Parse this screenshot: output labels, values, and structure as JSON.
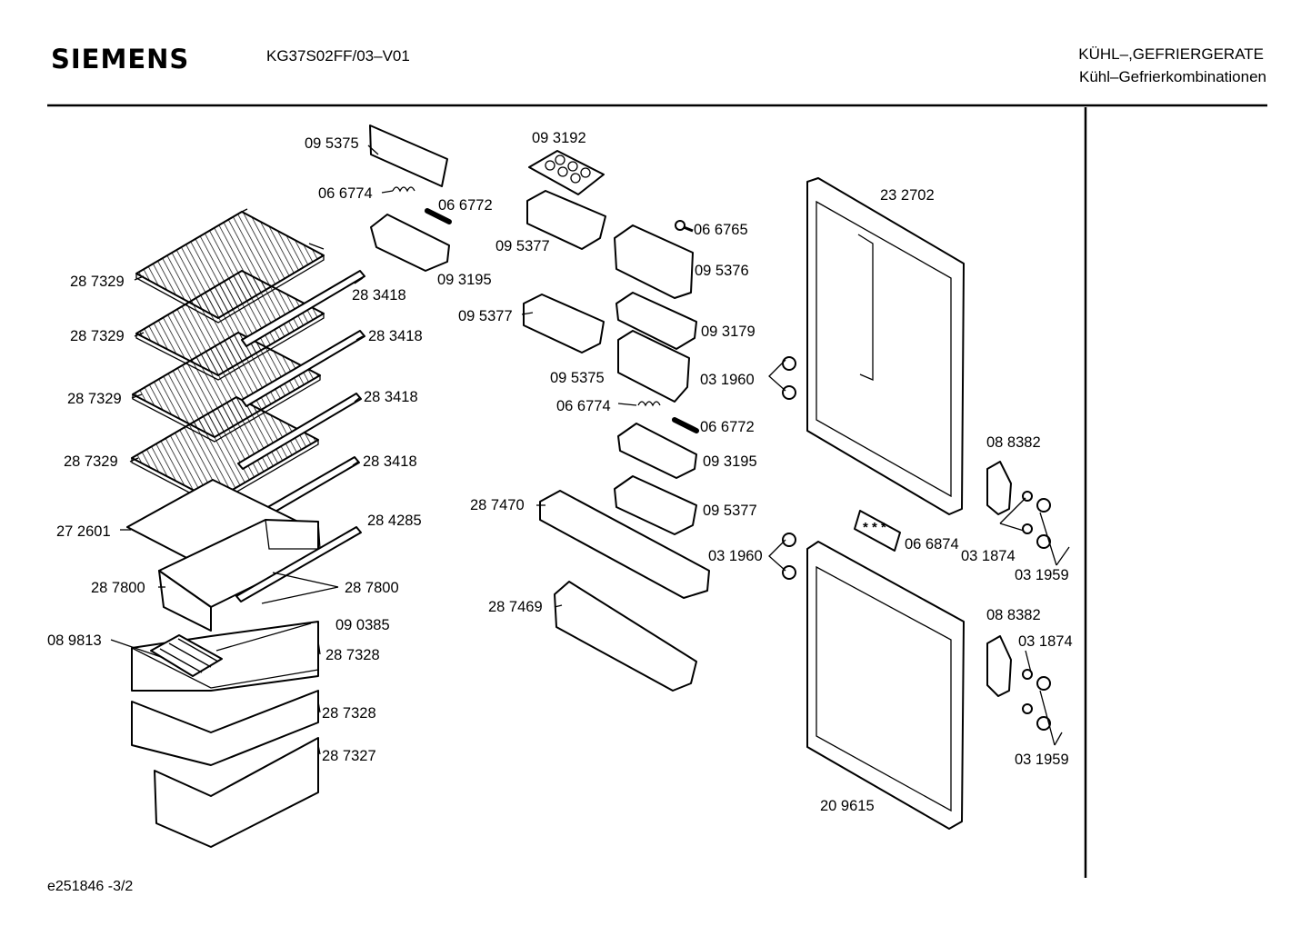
{
  "header": {
    "brand": "SIEMENS",
    "model": "KG37S02FF/03–V01",
    "category_line1": "KÜHL–,GEFRIERGERATE",
    "category_line2": "Kühl–Gefrierkombinationen"
  },
  "footer": {
    "doc_id": "e251846   -3/2"
  },
  "labels": {
    "l095375a": "09 5375",
    "l066774a": "06 6774",
    "l066772a": "06 6772",
    "l093195a": "09 3195",
    "l093192": "09 3192",
    "l095377a": "09 5377",
    "l066765": "06 6765",
    "l095376": "09 5376",
    "l232702": "23 2702",
    "l287329a": "28 7329",
    "l283418a": "28 3418",
    "l287329b": "28 7329",
    "l283418b": "28 3418",
    "l095377b": "09 5377",
    "l093179": "09 3179",
    "l287329c": "28 7329",
    "l283418c": "28 3418",
    "l095375b": "09 5375",
    "l031960a": "03 1960",
    "l066774b": "06 6774",
    "l066772b": "06 6772",
    "l287329d": "28 7329",
    "l283418d": "28 3418",
    "l093195b": "09 3195",
    "l088382a": "08 8382",
    "l287470": "28 7470",
    "l095377c": "09 5377",
    "l272601": "27 2601",
    "l284285": "28 4285",
    "l066874": "06 6874",
    "l031960b": "03 1960",
    "l031874a": "03 1874",
    "l031959a": "03 1959",
    "l287800a": "28 7800",
    "l287800b": "28 7800",
    "l287469": "28 7469",
    "l088382b": "08 8382",
    "l031874b": "03 1874",
    "l090385": "09 0385",
    "l089813": "08 9813",
    "l287328a": "28 7328",
    "l287328b": "28 7328",
    "l287327": "28 7327",
    "l031959b": "03 1959",
    "l209615": "20 9615"
  }
}
